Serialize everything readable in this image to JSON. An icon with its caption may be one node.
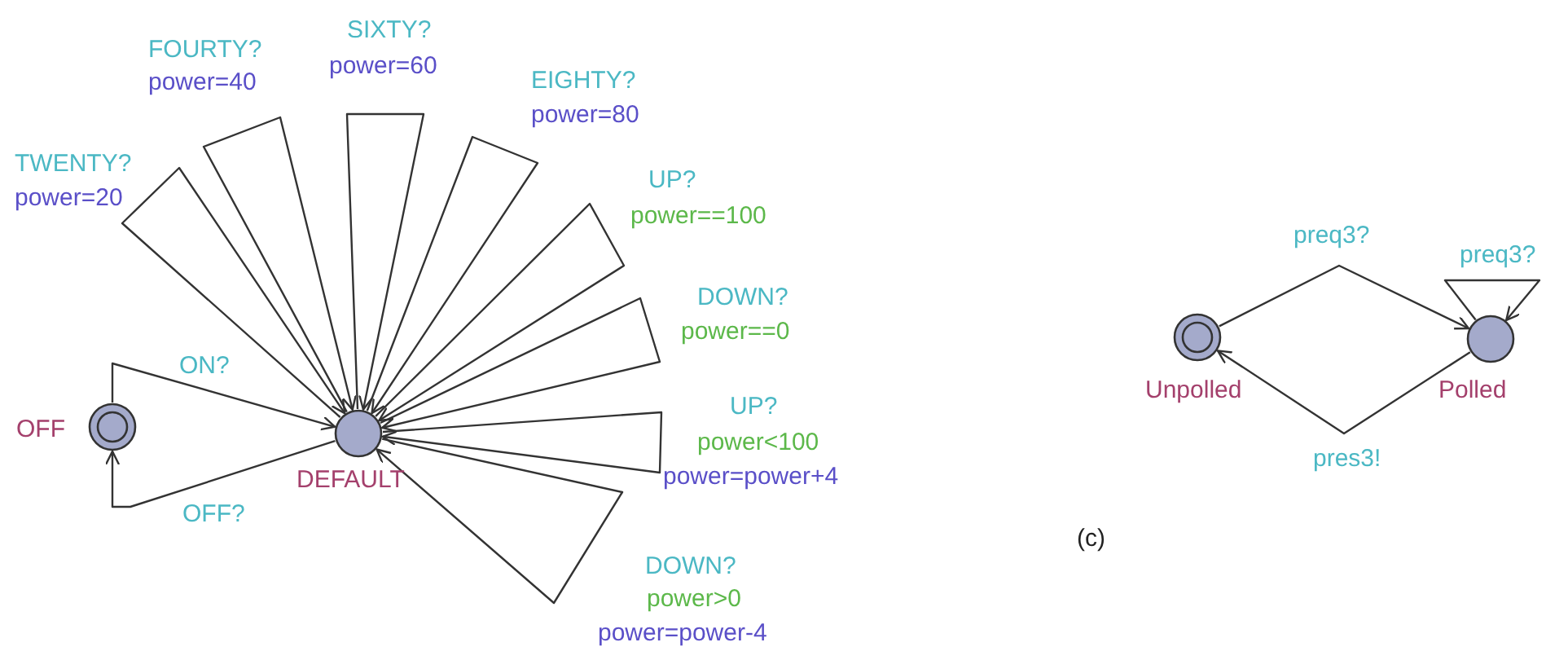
{
  "diagram": {
    "nodes": [
      {
        "text": [],
        "shape": "double-circle",
        "beside": [
          "OFF"
        ]
      },
      {
        "text": [],
        "shape": "circle",
        "beside": [
          "DEFAULT"
        ]
      },
      {
        "text": [],
        "shape": "double-circle",
        "beside": [
          "Unpolled"
        ]
      },
      {
        "text": [],
        "shape": "circle",
        "beside": [
          "Polled"
        ]
      }
    ],
    "edges": [
      {
        "from": 0,
        "to": 1,
        "arrow": "to",
        "label": "ON?"
      },
      {
        "from": 1,
        "to": 0,
        "arrow": "to",
        "label": "OFF?"
      },
      {
        "from": 1,
        "to": 1,
        "arrow": "to",
        "label": "TWENTY?"
      },
      {
        "from": 1,
        "to": 1,
        "arrow": "to",
        "label": "FOURTY?"
      },
      {
        "from": 1,
        "to": 1,
        "arrow": "to",
        "label": "SIXTY?"
      },
      {
        "from": 1,
        "to": 1,
        "arrow": "to",
        "label": "EIGHTY?"
      },
      {
        "from": 1,
        "to": 1,
        "arrow": "to",
        "label": "UP?"
      },
      {
        "from": 1,
        "to": 1,
        "arrow": "to",
        "label": "DOWN?"
      },
      {
        "from": 1,
        "to": 1,
        "arrow": "to",
        "label": "UP?"
      },
      {
        "from": 1,
        "to": 1,
        "arrow": "to",
        "label": "DOWN?"
      },
      {
        "from": 2,
        "to": 3,
        "arrow": "to",
        "label": "preq3?"
      },
      {
        "from": 3,
        "to": 3,
        "arrow": "to",
        "label": "preq3?"
      },
      {
        "from": 3,
        "to": 2,
        "arrow": "to",
        "label": "pres3!"
      }
    ],
    "labels": [
      "power=20",
      "power=40",
      "power=60",
      "power=80",
      "power==100",
      "power==0",
      "power<100",
      "power=power+4",
      "power>0",
      "power=power-4",
      "(c)"
    ]
  }
}
